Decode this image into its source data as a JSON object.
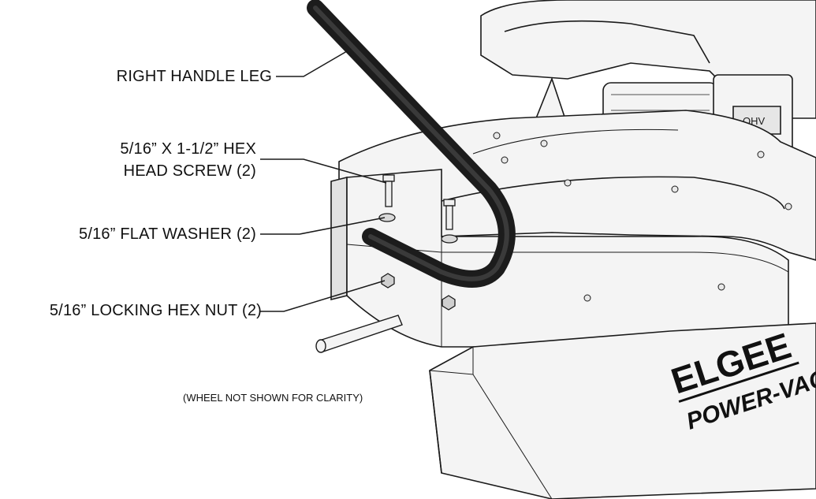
{
  "callouts": {
    "handle_leg": "RIGHT HANDLE LEG",
    "screw_line1": "5/16” X 1-1/2” HEX",
    "screw_line2": "HEAD SCREW (2)",
    "washer": "5/16” FLAT WASHER (2)",
    "nut": "5/16” LOCKING HEX NUT (2)"
  },
  "note": "(WHEEL NOT SHOWN FOR CLARITY)",
  "engine_badge": "OHV",
  "brand": {
    "line1": "ELGEE",
    "line2": "POWER-VAC"
  },
  "colors": {
    "outline": "#1a1a1a",
    "handle": "#1c1c1c",
    "body_fill": "#f4f4f4",
    "shade": "#d9d9d9"
  }
}
